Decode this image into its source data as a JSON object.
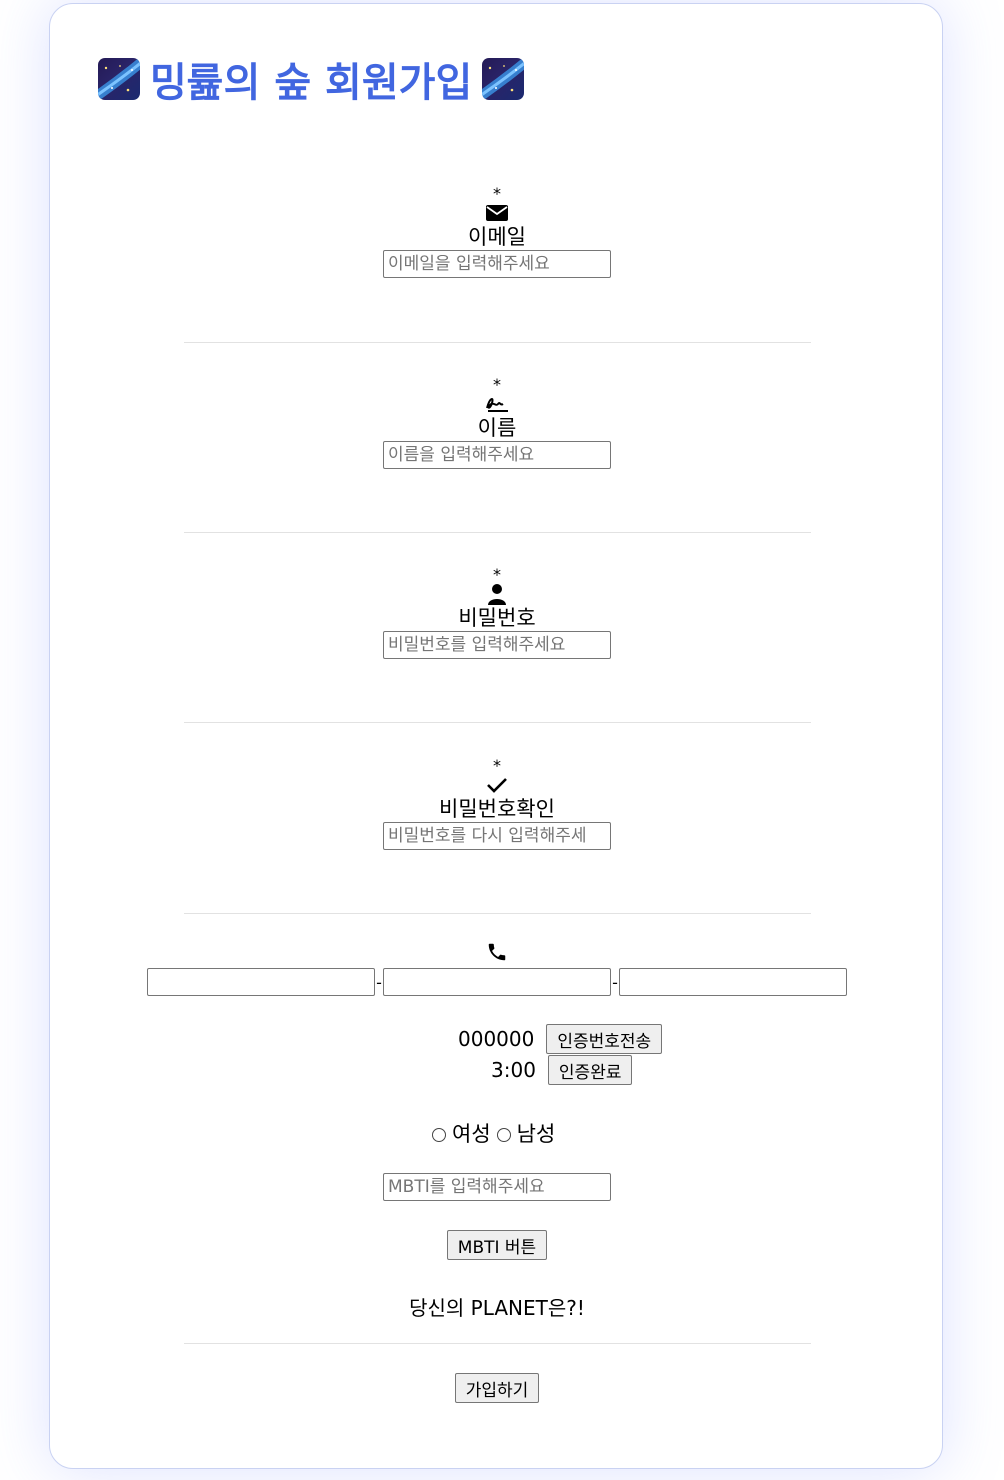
{
  "title": "밍륦의 숲 회원가입",
  "title_color": "#4166e0",
  "fields": [
    {
      "required_mark": "*",
      "icon": "envelope-icon",
      "label": "이메일",
      "placeholder": "이메일을 입력해주세요"
    },
    {
      "required_mark": "*",
      "icon": "signature-icon",
      "label": "이름",
      "placeholder": "이름을 입력해주세요"
    },
    {
      "required_mark": "*",
      "icon": "user-icon",
      "label": "비밀번호",
      "placeholder": "비밀번호를 입력해주세요"
    },
    {
      "required_mark": "*",
      "icon": "check-icon",
      "label": "비밀번호확인",
      "placeholder": "비밀번호를 다시 입력해주세"
    }
  ],
  "phone": {
    "icon": "phone-icon",
    "separator": "-",
    "part1": "",
    "part2": "",
    "part3": ""
  },
  "auth": {
    "code": "000000",
    "send_button": "인증번호전송",
    "timer": "3:00",
    "complete_button": "인증완료"
  },
  "gender": {
    "female": "여성",
    "male": "남성"
  },
  "mbti": {
    "placeholder": "MBTI를 입력해주세요",
    "button": "MBTI 버튼"
  },
  "planet_text": "당신의 PLANET은?!",
  "submit_button": "가입하기"
}
